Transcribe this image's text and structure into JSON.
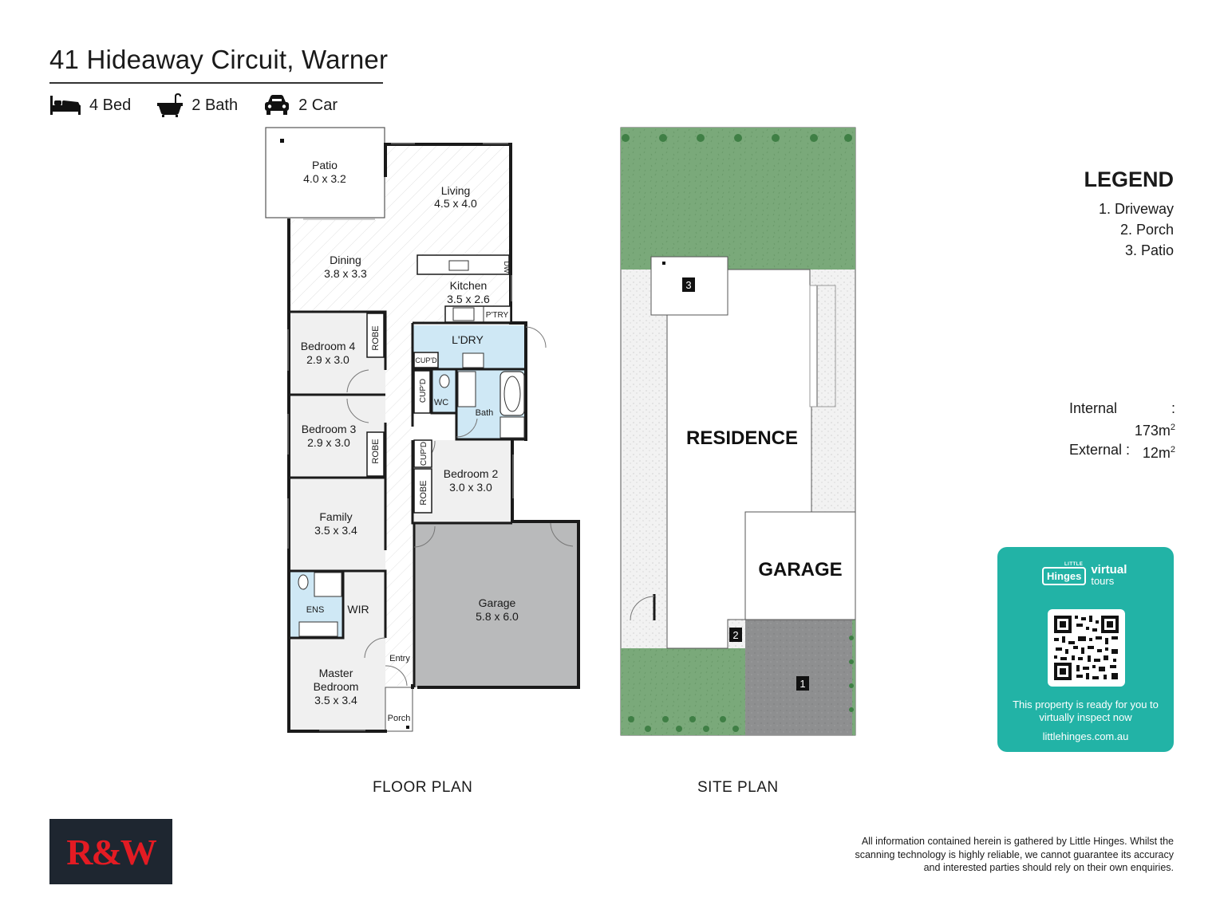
{
  "header": {
    "address": "41 Hideaway Circuit, Warner",
    "features": [
      {
        "icon": "bed-icon",
        "label": "4 Bed"
      },
      {
        "icon": "bath-icon",
        "label": "2 Bath"
      },
      {
        "icon": "car-icon",
        "label": "2 Car"
      }
    ]
  },
  "floor_plan": {
    "caption": "FLOOR PLAN",
    "rooms": {
      "patio": {
        "name": "Patio",
        "size": "4.0 x 3.2"
      },
      "living": {
        "name": "Living",
        "size": "4.5 x 4.0"
      },
      "dining": {
        "name": "Dining",
        "size": "3.8 x 3.3"
      },
      "kitchen": {
        "name": "Kitchen",
        "size": "3.5 x 2.6"
      },
      "bedroom4": {
        "name": "Bedroom 4",
        "size": "2.9 x 3.0"
      },
      "bedroom3": {
        "name": "Bedroom 3",
        "size": "2.9 x 3.0"
      },
      "bedroom2": {
        "name": "Bedroom 2",
        "size": "3.0 x 3.0"
      },
      "family": {
        "name": "Family",
        "size": "3.5 x 3.4"
      },
      "master_name_line1": "Master",
      "master_name_line2": "Bedroom",
      "master_size": "3.5 x 3.4",
      "garage": {
        "name": "Garage",
        "size": "5.8 x 6.0"
      }
    },
    "labels": {
      "laundry": "L'DRY",
      "dishwasher": "DW",
      "pantry": "P'TRY",
      "cupboard": "CUP'D",
      "robe": "ROBE",
      "wc": "WC",
      "bath": "Bath",
      "ensuite": "ENS",
      "wir": "WIR",
      "entry": "Entry",
      "porch": "Porch"
    }
  },
  "site_plan": {
    "caption": "SITE PLAN",
    "residence": "RESIDENCE",
    "garage": "GARAGE",
    "markers": [
      "1",
      "2",
      "3"
    ]
  },
  "legend": {
    "title": "LEGEND",
    "items": [
      "1. Driveway",
      "2. Porch",
      "3. Patio"
    ]
  },
  "areas": {
    "internal_label": "Internal",
    "internal_value": ": 173m",
    "external_label": "External :",
    "external_value": "12m",
    "unit_sup": "2"
  },
  "virtual_tour": {
    "little": "LITTLE",
    "brand": "Hinges",
    "virtual": "virtual",
    "tours": "tours",
    "message": "This property is ready for you to virtually inspect now",
    "site": "littlehinges.com.au"
  },
  "agency_logo": "R&W",
  "disclaimer": "All information contained herein is gathered by Little Hinges. Whilst the scanning technology is highly reliable, we cannot guarantee its accuracy and interested parties should rely on their own enquiries.",
  "colors": {
    "wet_area": "#cfe8f5",
    "garage_fill": "#b9babb",
    "lawn": "#7aa97a",
    "driveway": "#8e8f90",
    "vt_card": "#22b3a6",
    "logo_bg": "#1e2630",
    "logo_red": "#e31b23"
  }
}
